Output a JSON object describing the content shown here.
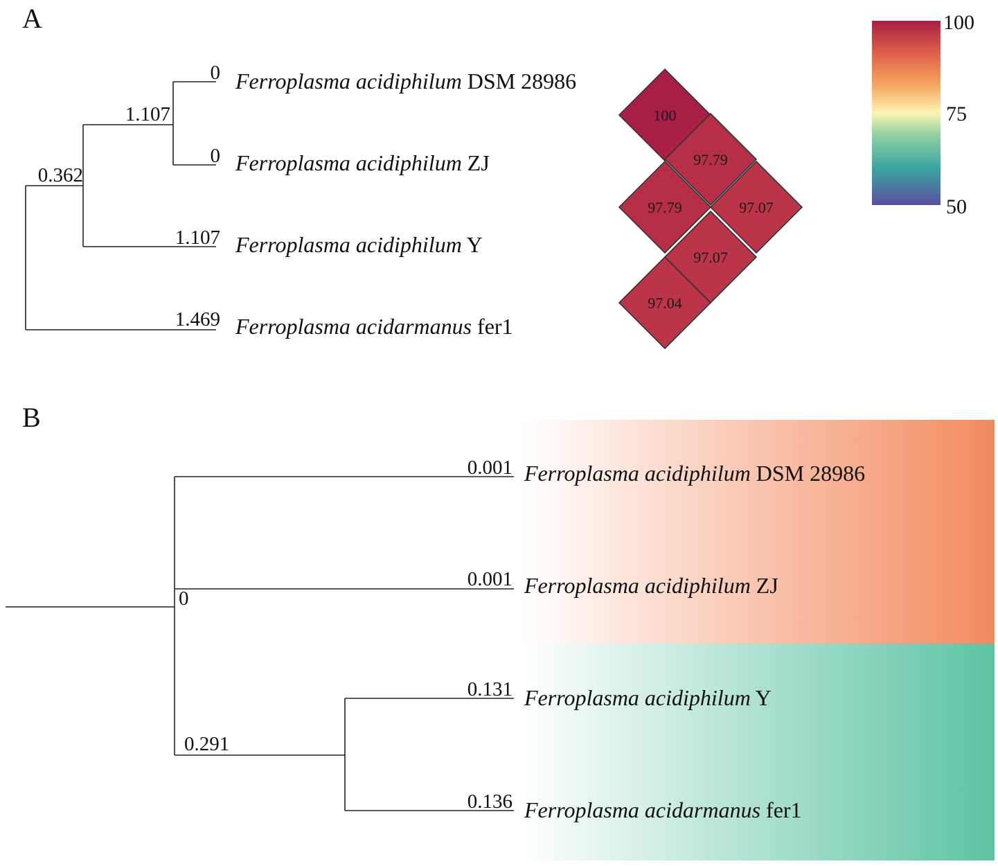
{
  "panel_a": {
    "letter": "A",
    "taxa": [
      {
        "genus": "Ferroplasma",
        "species": "acidiphilum",
        "strain": "DSM 28986"
      },
      {
        "genus": "Ferroplasma",
        "species": "acidiphilum",
        "strain": "ZJ"
      },
      {
        "genus": "Ferroplasma",
        "species": "acidiphilum",
        "strain": "Y"
      },
      {
        "genus": "Ferroplasma",
        "species": "acidarmanus",
        "strain": "fer1"
      }
    ],
    "branch_labels": {
      "dsm": "0",
      "zj": "0",
      "inner_clade": "1.107",
      "y": "1.107",
      "root_clade": "0.362",
      "fer1": "1.469"
    },
    "heatmap": {
      "cells": [
        {
          "row": 0,
          "col": 0,
          "value": 100,
          "label": "100"
        },
        {
          "row": 1,
          "col": 0,
          "value": 97.79,
          "label": "97.79"
        },
        {
          "row": 1,
          "col": 1,
          "value": 97.79,
          "label": "97.79"
        },
        {
          "row": 2,
          "col": 0,
          "value": 97.07,
          "label": "97.07"
        },
        {
          "row": 2,
          "col": 1,
          "value": 97.07,
          "label": "97.07"
        },
        {
          "row": 3,
          "col": 0,
          "value": 97.04,
          "label": "97.04"
        }
      ],
      "scale": {
        "min": 50,
        "mid": 75,
        "max": 100
      },
      "legend_ticks": [
        "100",
        "75",
        "50"
      ],
      "colors": [
        "#5a4fa2",
        "#3aa5a0",
        "#8fd1a3",
        "#fbf5b2",
        "#f7a65f",
        "#e0624a",
        "#a91e45"
      ]
    }
  },
  "panel_b": {
    "letter": "B",
    "taxa": [
      {
        "genus": "Ferroplasma",
        "species": "acidiphilum",
        "strain": "DSM 28986"
      },
      {
        "genus": "Ferroplasma",
        "species": "acidiphilum",
        "strain": "ZJ"
      },
      {
        "genus": "Ferroplasma",
        "species": "acidiphilum",
        "strain": "Y"
      },
      {
        "genus": "Ferroplasma",
        "species": "acidarmanus",
        "strain": "fer1"
      }
    ],
    "branch_labels": {
      "dsm": "0.001",
      "zj": "0.001",
      "root": "0",
      "y_fer1_clade": "0.291",
      "y": "0.131",
      "fer1": "0.136"
    },
    "group_colors": {
      "group1": "#f28a5e",
      "group2": "#5cc3a3"
    }
  }
}
